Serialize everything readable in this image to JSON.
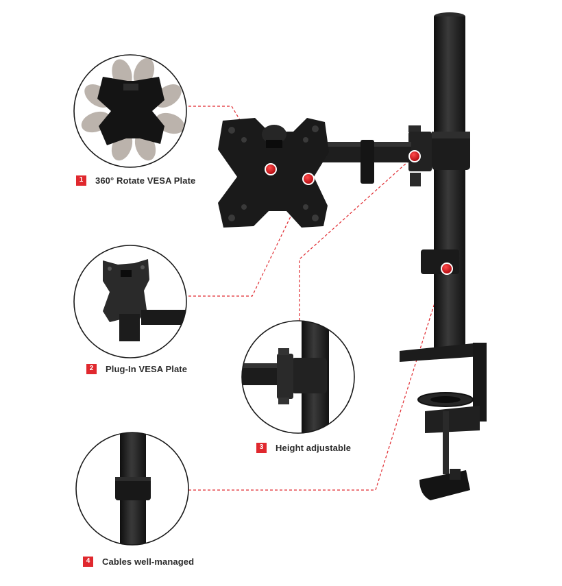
{
  "colors": {
    "accent": "#e0282e",
    "metal": "#1f1f1f",
    "label_text": "#2a2a2a"
  },
  "features": [
    {
      "number": "1",
      "label": "360° Rotate VESA Plate"
    },
    {
      "number": "2",
      "label": "Plug-In VESA Plate"
    },
    {
      "number": "3",
      "label": "Height adjustable"
    },
    {
      "number": "4",
      "label": "Cables well-managed"
    }
  ]
}
